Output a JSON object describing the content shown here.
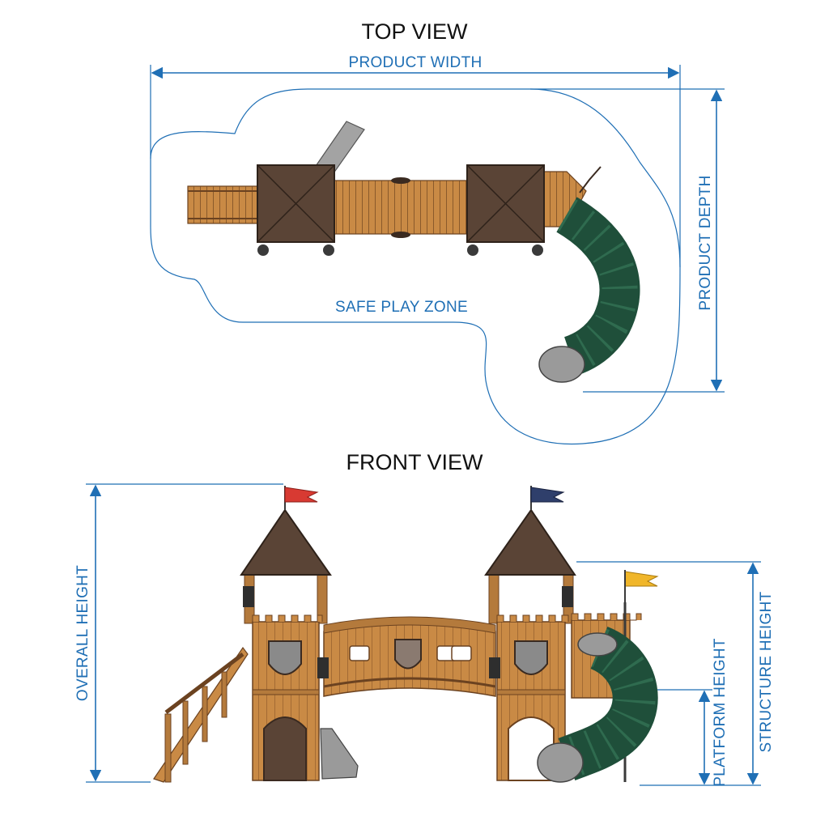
{
  "top_view": {
    "title": "TOP VIEW",
    "labels": {
      "product_width": "PRODUCT WIDTH",
      "product_depth": "PRODUCT DEPTH",
      "safe_play_zone": "SAFE PLAY ZONE"
    }
  },
  "front_view": {
    "title": "FRONT VIEW",
    "labels": {
      "overall_height": "OVERALL HEIGHT",
      "platform_height": "PLATFORM HEIGHT",
      "structure_height": "STRUCTURE HEIGHT"
    }
  },
  "colors": {
    "dimension": "#1f6fb5",
    "wood": "#c98a45",
    "wood_dark": "#8a5a2b",
    "roof": "#5a4436",
    "slide_tube": "#2f6b4f",
    "slide_metal": "#9a9a9a",
    "flag_red": "#d83a32",
    "flag_navy": "#2f3f6b",
    "flag_yellow": "#f0b62a"
  }
}
